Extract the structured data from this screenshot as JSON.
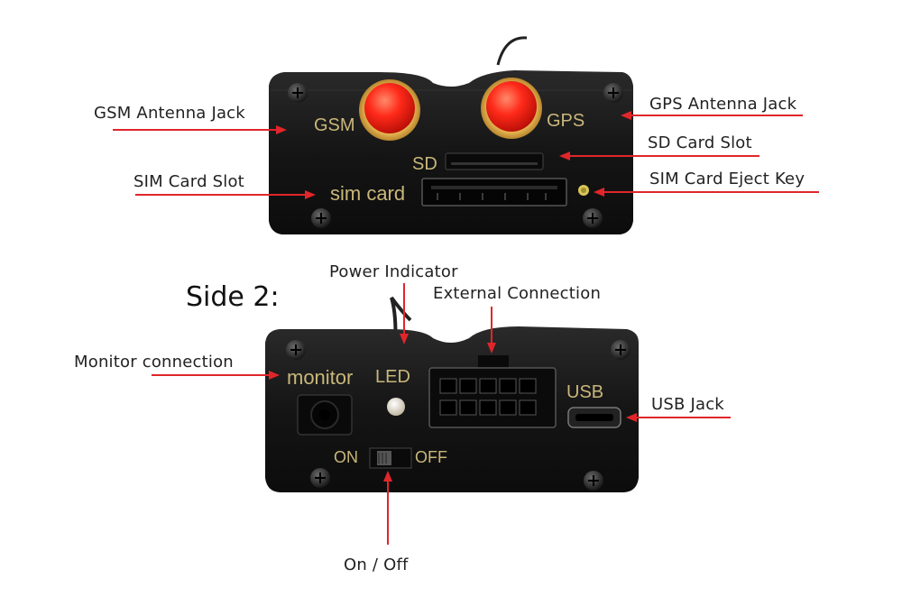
{
  "side_title": "Side 2:",
  "callouts": {
    "gsm_antenna": "GSM Antenna Jack",
    "gps_antenna": "GPS Antenna Jack",
    "sd_slot": "SD Card Slot",
    "sim_slot": "SIM Card Slot",
    "sim_eject": "SIM Card Eject Key",
    "power_indicator": "Power Indicator",
    "external_connection": "External Connection",
    "monitor_connection": "Monitor connection",
    "usb_jack": "USB Jack",
    "on_off": "On / Off"
  },
  "device_printing": {
    "gsm": "GSM",
    "gps": "GPS",
    "sd": "SD",
    "sim_card": "sim card",
    "monitor": "monitor",
    "led": "LED",
    "usb": "USB",
    "on": "ON",
    "off": "OFF"
  },
  "colors": {
    "arrow": "#e0262b",
    "device_body": "#1b1b1b",
    "silkscreen": "#c9b77a",
    "antenna_cap": "#ff3a2a",
    "antenna_gold": "#e0a23a"
  }
}
